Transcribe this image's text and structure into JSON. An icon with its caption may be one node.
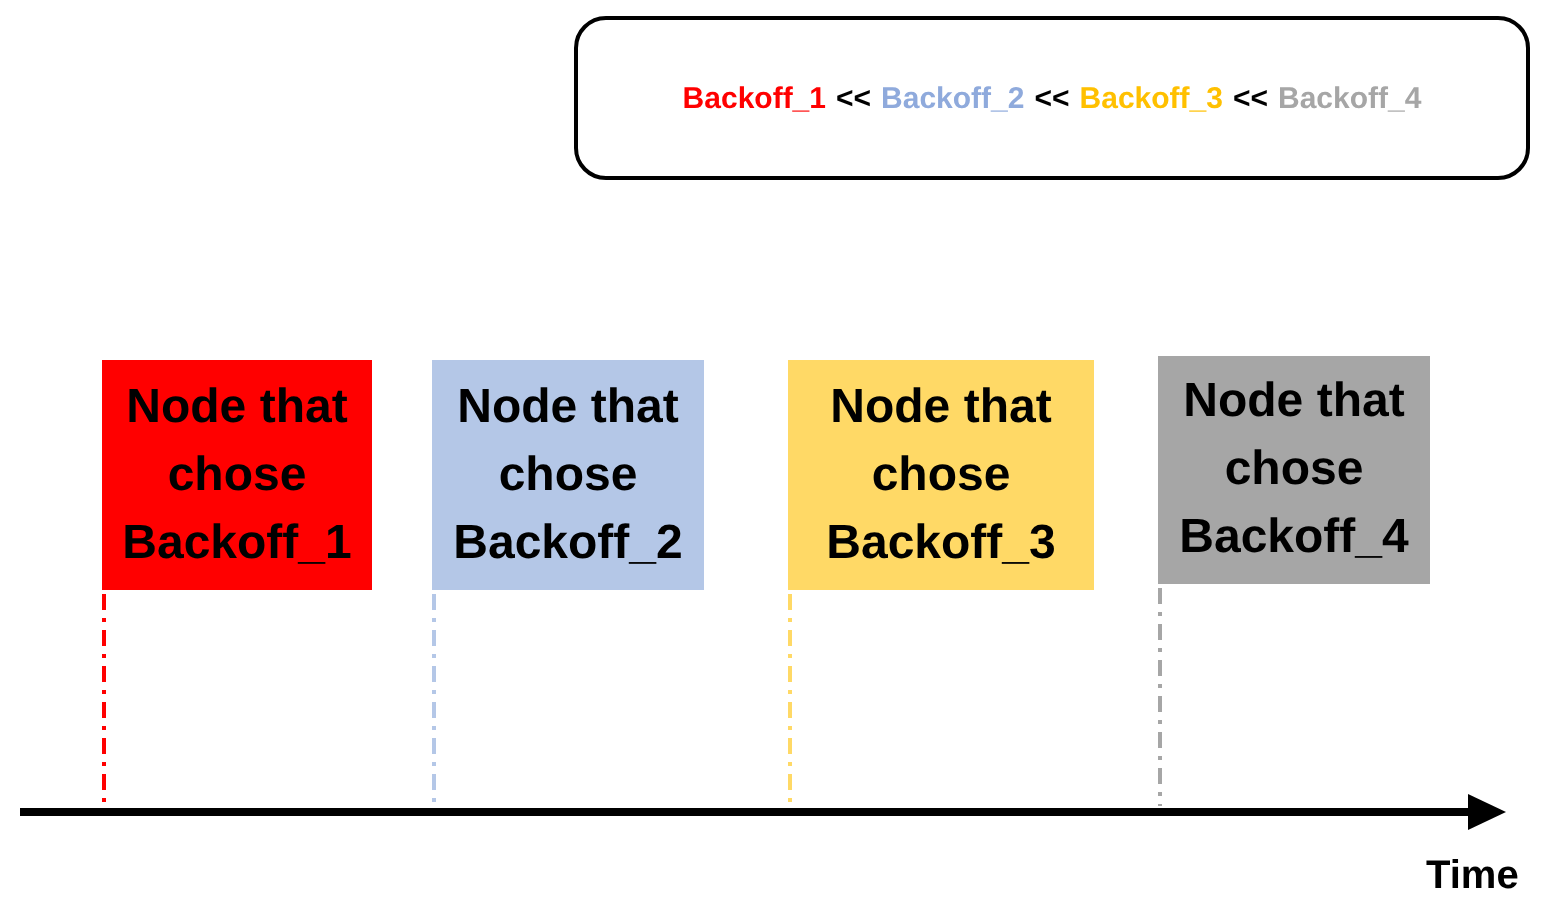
{
  "diagram": {
    "nodes": [
      {
        "text": [
          "Backoff_1",
          "<<",
          "Backoff_2",
          "<<",
          "Backoff_3",
          "<<",
          "Backoff_4"
        ]
      },
      {
        "text": [
          "Node that chose Backoff_1"
        ]
      },
      {
        "text": [
          "Node that chose Backoff_2"
        ]
      },
      {
        "text": [
          "Node that chose Backoff_3"
        ]
      },
      {
        "text": [
          "Node that chose Backoff_4"
        ]
      }
    ],
    "edges": [],
    "labels": [
      "Time"
    ]
  }
}
